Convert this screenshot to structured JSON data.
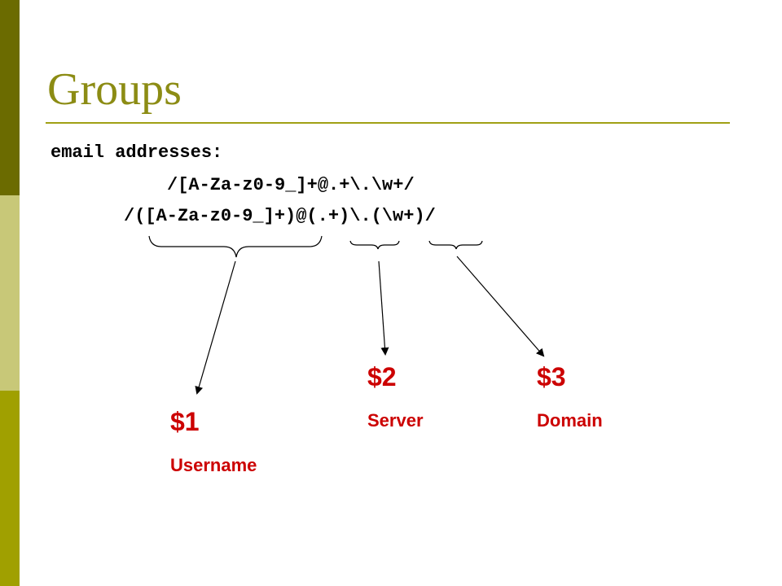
{
  "slide": {
    "title": "Groups",
    "lines": [
      "email addresses:",
      "/[A-Za-z0-9_]+@.+\\.\\w+/",
      "/([A-Za-z0-9_]+)@(.+)\\.(\\w+)/"
    ]
  },
  "groups": [
    {
      "variable": "$1",
      "label": "Username"
    },
    {
      "variable": "$2",
      "label": "Server"
    },
    {
      "variable": "$3",
      "label": "Domain"
    }
  ],
  "colors": {
    "title": "#8c8c14",
    "rule": "#a0a014",
    "bar_top": "#6b6b00",
    "bar_middle": "#c8c878",
    "bar_bottom": "#a0a000",
    "group_label": "#cc0000",
    "arrow": "#000000"
  }
}
